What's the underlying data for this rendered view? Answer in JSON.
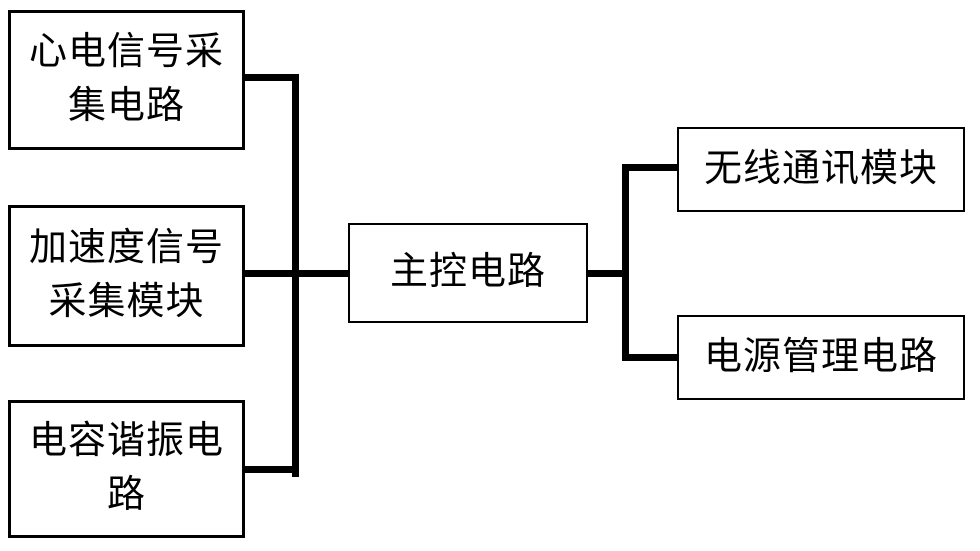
{
  "diagram": {
    "type": "block-diagram",
    "background_color": "#ffffff",
    "line_color": "#000000",
    "text_color": "#000000",
    "nodes": {
      "ecg": {
        "label": "心电信号采集电路",
        "lines": [
          "心电信号采",
          "集电路"
        ]
      },
      "accel": {
        "label": "加速度信号采集模块",
        "lines": [
          "加速度信号",
          "采集模块"
        ]
      },
      "cap": {
        "label": "电容谐振电路",
        "lines": [
          "电容谐振电",
          "路"
        ]
      },
      "main": {
        "label": "主控电路",
        "lines": [
          "主控电路"
        ]
      },
      "wireless": {
        "label": "无线通讯模块",
        "lines": [
          "无线通讯模块"
        ]
      },
      "power": {
        "label": "电源管理电路",
        "lines": [
          "电源管理电路"
        ]
      }
    },
    "connections": [
      {
        "from": "心电信号采集电路",
        "to": "主控电路"
      },
      {
        "from": "加速度信号采集模块",
        "to": "主控电路"
      },
      {
        "from": "电容谐振电路",
        "to": "主控电路"
      },
      {
        "from": "主控电路",
        "to": "无线通讯模块"
      },
      {
        "from": "主控电路",
        "to": "电源管理电路"
      }
    ]
  }
}
